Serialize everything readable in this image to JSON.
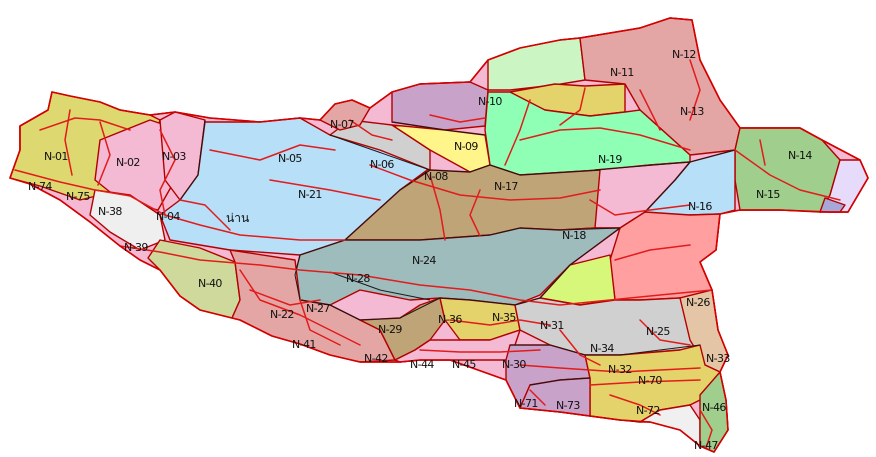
{
  "map": {
    "city_label": "น่าน",
    "zones": [
      {
        "id": "N-01",
        "color": "#ddd86f"
      },
      {
        "id": "N-74",
        "color": "#ddd86f"
      },
      {
        "id": "N-75",
        "color": "#ddd86f"
      },
      {
        "id": "N-02",
        "color": "#f4b9d3"
      },
      {
        "id": "N-03",
        "color": "#f4b9d3"
      },
      {
        "id": "N-04",
        "color": "#b7dff8"
      },
      {
        "id": "N-38",
        "color": "#efefef"
      },
      {
        "id": "N-39",
        "color": "#efefef"
      },
      {
        "id": "N-40",
        "color": "#cfd99b"
      },
      {
        "id": "N-07",
        "color": "#e4a6a4"
      },
      {
        "id": "N-05",
        "color": "#b7dff8"
      },
      {
        "id": "N-06",
        "color": "#d0d0d0"
      },
      {
        "id": "N-21",
        "color": "#b7dff8"
      },
      {
        "id": "N-10",
        "color": "#c9a2c9"
      },
      {
        "id": "N-09",
        "color": "#fff58a"
      },
      {
        "id": "N-08",
        "color": "#bfa478"
      },
      {
        "id": "N-17",
        "color": "#bfa478"
      },
      {
        "id": "N-11",
        "color": "#e4a6a4"
      },
      {
        "id": "N-12",
        "color": "#e4a6a4"
      },
      {
        "id": "N-13",
        "color": "#e4a6a4"
      },
      {
        "id": "N-19",
        "color": "#8effb5"
      },
      {
        "id": "N-14",
        "color": "#9fce8d"
      },
      {
        "id": "N-15",
        "color": "#9fce8d"
      },
      {
        "id": "N-16",
        "color": "#b7dff8"
      },
      {
        "id": "N-18",
        "color": "#9fbcbc"
      },
      {
        "id": "N-24",
        "color": "#9fbcbc"
      },
      {
        "id": "N-28",
        "color": "#9fbcbc"
      },
      {
        "id": "N-22",
        "color": "#e4a6a4"
      },
      {
        "id": "N-27",
        "color": "#e4a6a4"
      },
      {
        "id": "N-41",
        "color": "#e4a6a4"
      },
      {
        "id": "N-29",
        "color": "#bfa478"
      },
      {
        "id": "N-42",
        "color": "#bfa478"
      },
      {
        "id": "N-36",
        "color": "#e4d26b"
      },
      {
        "id": "N-35",
        "color": "#e4d26b"
      },
      {
        "id": "N-31",
        "color": "#d0d0d0"
      },
      {
        "id": "N-44",
        "color": "#f4b9d3"
      },
      {
        "id": "N-45",
        "color": "#f4b9d3"
      },
      {
        "id": "N-30",
        "color": "#c9a2c9"
      },
      {
        "id": "N-34",
        "color": "#d0d0d0"
      },
      {
        "id": "N-25",
        "color": "#d0d0d0"
      },
      {
        "id": "N-26",
        "color": "#e4c5a6"
      },
      {
        "id": "N-33",
        "color": "#e4c5a6"
      },
      {
        "id": "N-32",
        "color": "#e4d26b"
      },
      {
        "id": "N-70",
        "color": "#e4d26b"
      },
      {
        "id": "N-71",
        "color": "#c9a2c9"
      },
      {
        "id": "N-73",
        "color": "#c9a2c9"
      },
      {
        "id": "N-72",
        "color": "#e4d26b"
      },
      {
        "id": "N-46",
        "color": "#9fce8d"
      },
      {
        "id": "N-47",
        "color": "#9fce8d"
      }
    ]
  }
}
